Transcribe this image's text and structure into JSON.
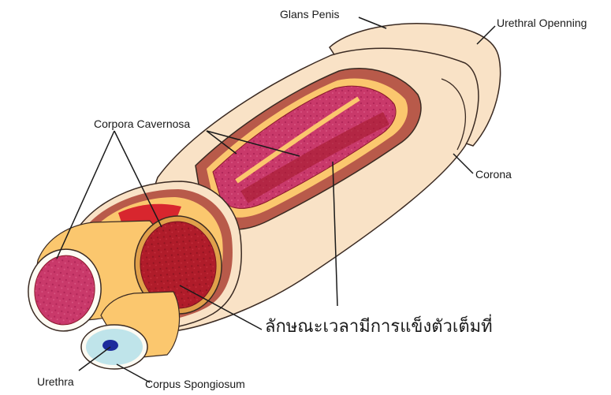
{
  "labels": {
    "glans_penis": "Glans Penis",
    "urethral_opening": "Urethral Openning",
    "corpora_cavernosa": "Corpora Cavernosa",
    "corona": "Corona",
    "urethra": "Urethra",
    "corpus_spongiosum": "Corpus Spongiosum",
    "erection_caption": "ลักษณะเวลามีการแข็งตัวเต็มที่"
  },
  "colors": {
    "skin": "#f9e2c6",
    "skin_shadow": "#f0cfa7",
    "outline": "#3a2a22",
    "tunica": "#b85a4a",
    "fat": "#fbc76e",
    "cavernosa_tissue": "#b5202c",
    "cavernosa_inner": "#c8325a",
    "urethra_fill": "#bfe4ea",
    "urethra_lumen": "#1c2a9c"
  }
}
